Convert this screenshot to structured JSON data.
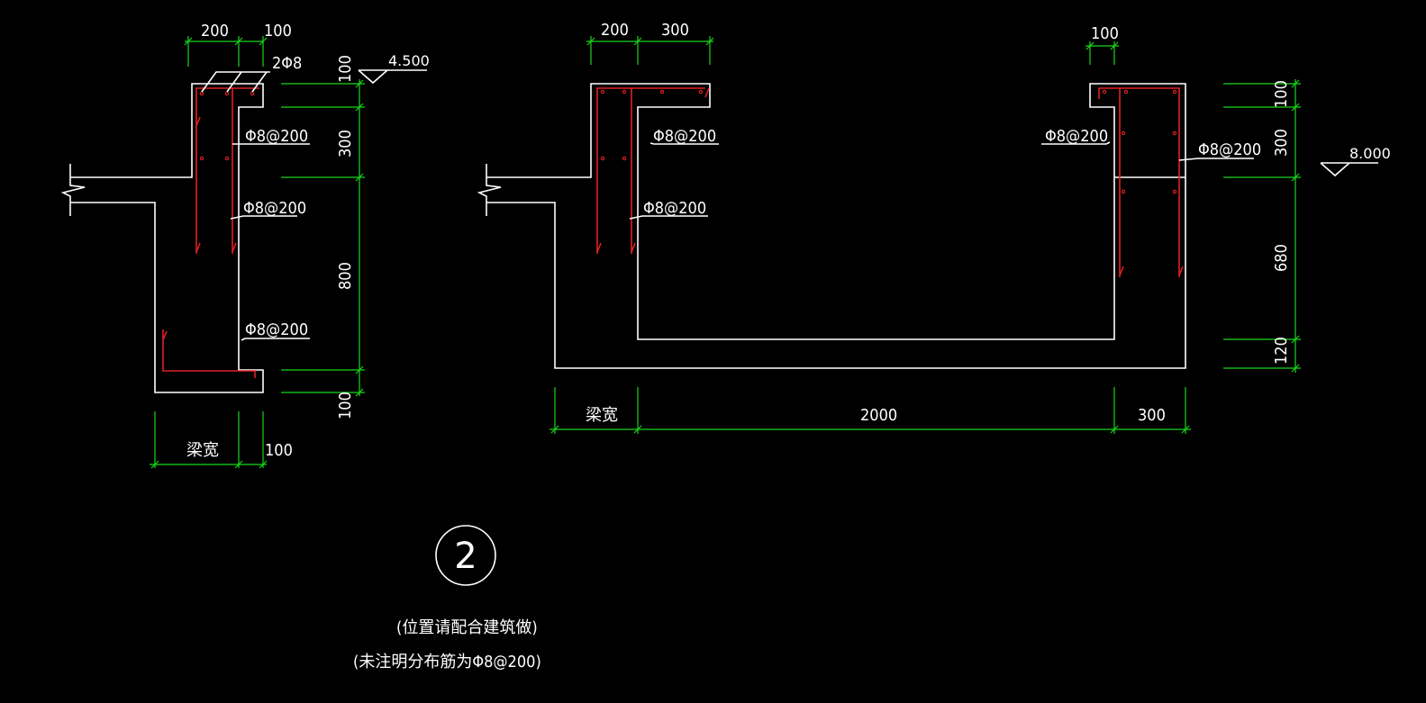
{
  "left_detail": {
    "top_dims": [
      "200",
      "100"
    ],
    "rebar_top_label": "2Φ8",
    "elevation": "4.500",
    "callouts": [
      "Φ8@200",
      "Φ8@200",
      "Φ8@200"
    ],
    "vertical_dims": [
      "100",
      "300",
      "800",
      "100"
    ],
    "bottom_dims": [
      "梁宽",
      "100"
    ]
  },
  "right_detail": {
    "top_dims_left": [
      "200",
      "300"
    ],
    "top_dim_right": "100",
    "callouts": [
      "Φ8@200",
      "Φ8@200",
      "Φ8@200",
      "Φ8@200"
    ],
    "elevation": "8.000",
    "vertical_dims": [
      "100",
      "300",
      "680",
      "120"
    ],
    "bottom_dims": [
      "梁宽",
      "2000",
      "300"
    ]
  },
  "detail_number": "2",
  "notes": [
    "(位置请配合建筑做)",
    "(未注明分布筋为Φ8@200)"
  ]
}
